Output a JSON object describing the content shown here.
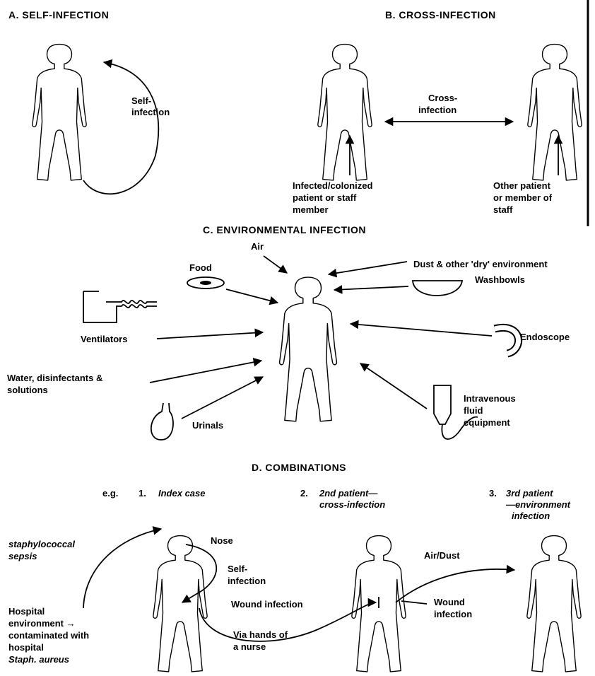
{
  "sections": {
    "a": {
      "title": "A. SELF-INFECTION",
      "label_line1": "Self-",
      "label_line2": "infection"
    },
    "b": {
      "title": "B. CROSS-INFECTION",
      "arrow_line1": "Cross-",
      "arrow_line2": "infection",
      "left_line1": "Infected/colonized",
      "left_line2": "patient or staff",
      "left_line3": "member",
      "right_line1": "Other patient",
      "right_line2": "or member of",
      "right_line3": "staff"
    },
    "c": {
      "title": "C. ENVIRONMENTAL INFECTION",
      "sources": {
        "air": "Air",
        "dust": "Dust & other 'dry' environment",
        "food": "Food",
        "washbowls": "Washbowls",
        "ventilators": "Ventilators",
        "endoscopes": "Endoscope",
        "water_line1": "Water, disinfectants &",
        "water_line2": "solutions",
        "urinals": "Urinals",
        "iv_line1": "Intravenous",
        "iv_line2": "fluid",
        "iv_line3": "equipment"
      }
    },
    "d": {
      "title": "D. COMBINATIONS",
      "eg": "e.g.",
      "case1_num": "1.",
      "case1": "Index case",
      "case2_num": "2.",
      "case2_line1": "2nd patient—",
      "case2_line2": "cross-infection",
      "case3_num": "3.",
      "case3_line1": "3rd patient",
      "case3_line2": "—environment",
      "case3_line3": "infection",
      "staph_line1": "staphylococcal",
      "staph_line2": "sepsis",
      "hosp_line1": "Hospital",
      "hosp_line2": "environment →",
      "hosp_line3": "contaminated with",
      "hosp_line4": "hospital",
      "hosp_line5": "Staph. aureus",
      "nose": "Nose",
      "self_line1": "Self-",
      "self_line2": "infection",
      "wound1": "Wound infection",
      "via_line1": "Via hands of",
      "via_line2": "a nurse",
      "airdust": "Air/Dust",
      "wound2_line1": "Wound",
      "wound2_line2": "infection"
    }
  }
}
